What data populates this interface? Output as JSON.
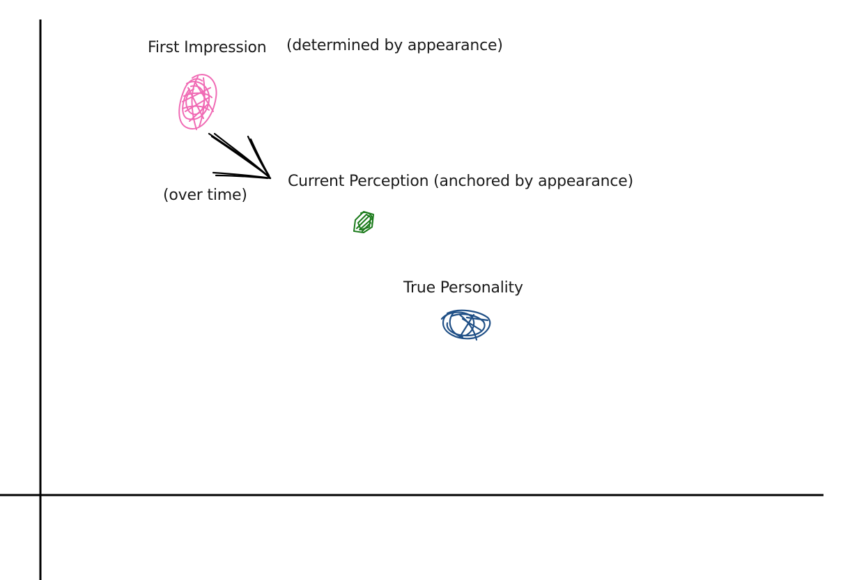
{
  "annotations": {
    "first_impression": "First Impression",
    "first_impression_note": "(determined by appearance)",
    "over_time": "(over time)",
    "current_perception": "Current Perception (anchored by appearance)",
    "true_personality": "True Personality"
  },
  "points": [
    {
      "name": "first-impression",
      "color": "#f06ab4"
    },
    {
      "name": "current-perception",
      "color": "#1a7a1a"
    },
    {
      "name": "true-personality",
      "color": "#1f4f86"
    }
  ],
  "colors": {
    "axes": "#000000",
    "arrow": "#000000"
  }
}
